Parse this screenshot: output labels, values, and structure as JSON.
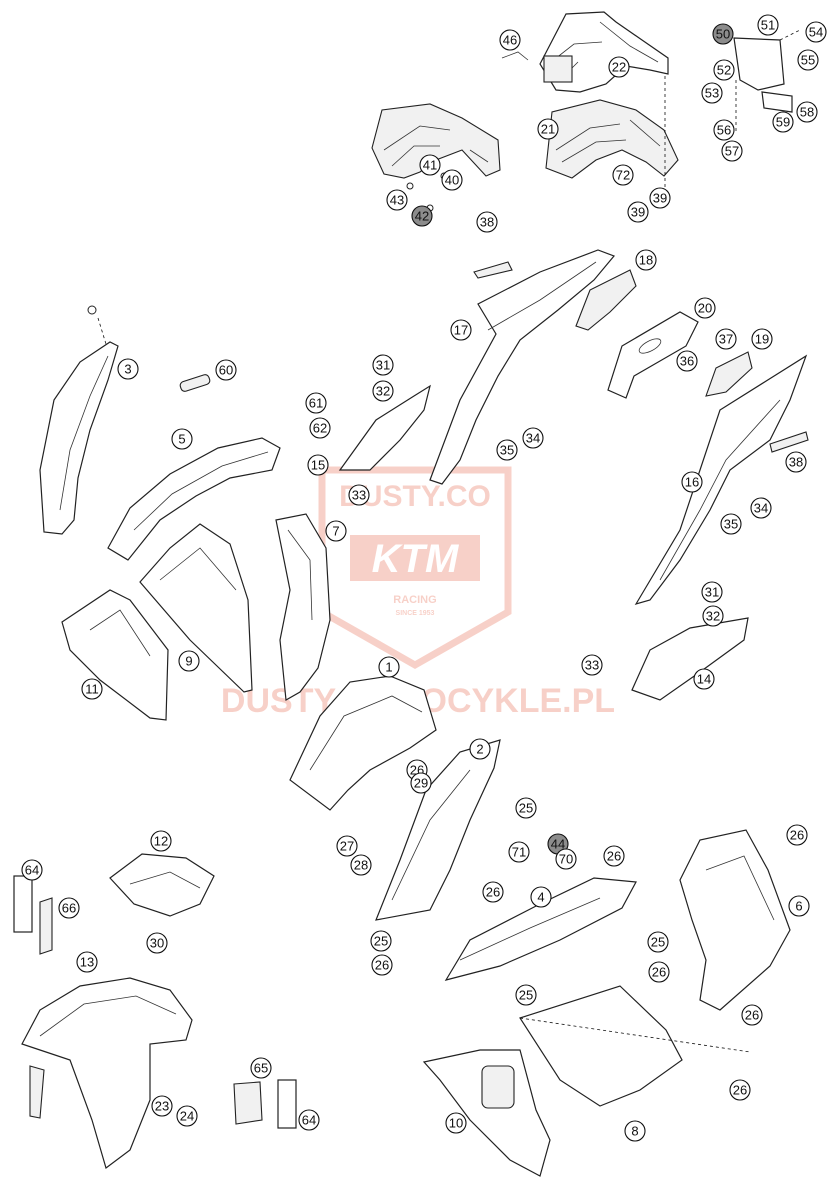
{
  "watermark": {
    "site_top": "DUSTY.CO",
    "brand": "KTM",
    "tag_line_1": "RACING",
    "tag_line_2": "SINCE 1953",
    "site_bottom": "DUSTY-MOTOCYKLE.PL",
    "color": "#e65a3c"
  },
  "callouts": [
    {
      "label": "1"
    },
    {
      "label": "2"
    },
    {
      "label": "3"
    },
    {
      "label": "4"
    },
    {
      "label": "5"
    },
    {
      "label": "6"
    },
    {
      "label": "7"
    },
    {
      "label": "8"
    },
    {
      "label": "9"
    },
    {
      "label": "10"
    },
    {
      "label": "11"
    },
    {
      "label": "12"
    },
    {
      "label": "13"
    },
    {
      "label": "14"
    },
    {
      "label": "15"
    },
    {
      "label": "16"
    },
    {
      "label": "17"
    },
    {
      "label": "18"
    },
    {
      "label": "19"
    },
    {
      "label": "20"
    },
    {
      "label": "21"
    },
    {
      "label": "22"
    },
    {
      "label": "23"
    },
    {
      "label": "24"
    },
    {
      "label": "25"
    },
    {
      "label": "25"
    },
    {
      "label": "25"
    },
    {
      "label": "25"
    },
    {
      "label": "26"
    },
    {
      "label": "26"
    },
    {
      "label": "26"
    },
    {
      "label": "26"
    },
    {
      "label": "26"
    },
    {
      "label": "26"
    },
    {
      "label": "26"
    },
    {
      "label": "26"
    },
    {
      "label": "27"
    },
    {
      "label": "28"
    },
    {
      "label": "29"
    },
    {
      "label": "30"
    },
    {
      "label": "31"
    },
    {
      "label": "31"
    },
    {
      "label": "32"
    },
    {
      "label": "32"
    },
    {
      "label": "33"
    },
    {
      "label": "33"
    },
    {
      "label": "34"
    },
    {
      "label": "34"
    },
    {
      "label": "35"
    },
    {
      "label": "35"
    },
    {
      "label": "36"
    },
    {
      "label": "37"
    },
    {
      "label": "38"
    },
    {
      "label": "38"
    },
    {
      "label": "39"
    },
    {
      "label": "39"
    },
    {
      "label": "40"
    },
    {
      "label": "41"
    },
    {
      "label": "42"
    },
    {
      "label": "43"
    },
    {
      "label": "44"
    },
    {
      "label": "46"
    },
    {
      "label": "50"
    },
    {
      "label": "51"
    },
    {
      "label": "52"
    },
    {
      "label": "53"
    },
    {
      "label": "54"
    },
    {
      "label": "55"
    },
    {
      "label": "56"
    },
    {
      "label": "57"
    },
    {
      "label": "58"
    },
    {
      "label": "59"
    },
    {
      "label": "60"
    },
    {
      "label": "61"
    },
    {
      "label": "62"
    },
    {
      "label": "64"
    },
    {
      "label": "64"
    },
    {
      "label": "65"
    },
    {
      "label": "66"
    },
    {
      "label": "70"
    },
    {
      "label": "71"
    },
    {
      "label": "72"
    }
  ]
}
